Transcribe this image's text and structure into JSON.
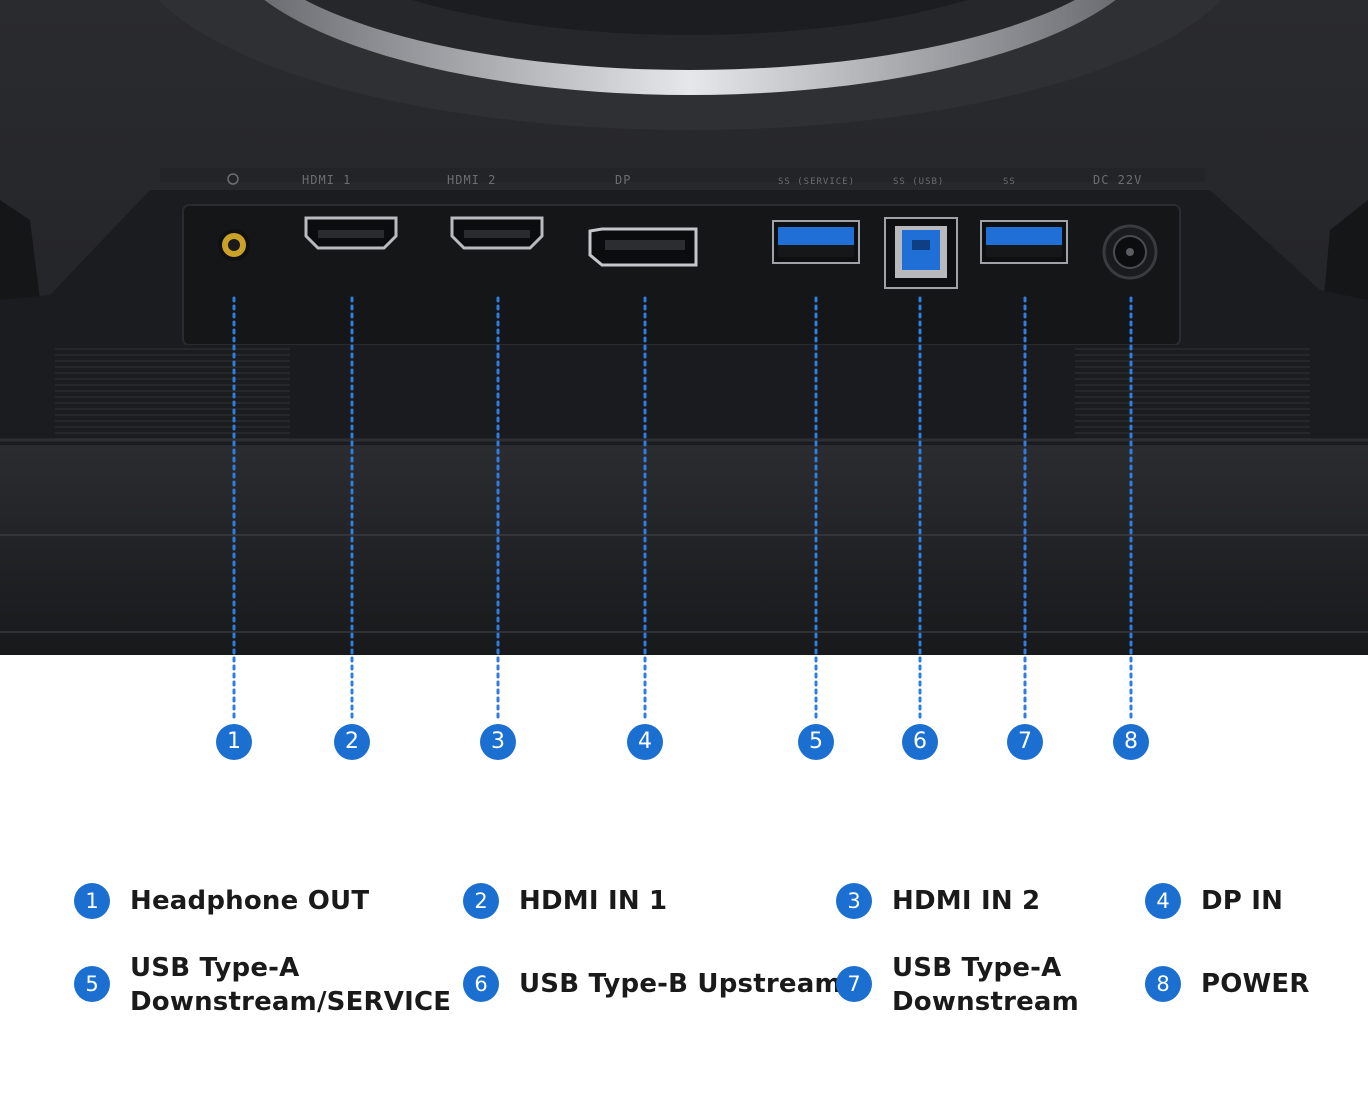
{
  "panel_labels": [
    "HDMI 1",
    "HDMI 2",
    "DP",
    "SS (SERVICE)",
    "SS (USB)",
    "SS",
    "DC 22V"
  ],
  "markers": [
    "1",
    "2",
    "3",
    "4",
    "5",
    "6",
    "7",
    "8"
  ],
  "legend": [
    {
      "num": "1",
      "lines": [
        "Headphone OUT"
      ]
    },
    {
      "num": "2",
      "lines": [
        "HDMI IN 1"
      ]
    },
    {
      "num": "3",
      "lines": [
        "HDMI IN 2"
      ]
    },
    {
      "num": "4",
      "lines": [
        "DP IN"
      ]
    },
    {
      "num": "5",
      "lines": [
        "USB Type-A",
        "Downstream/SERVICE"
      ]
    },
    {
      "num": "6",
      "lines": [
        "USB Type-B Upstream"
      ]
    },
    {
      "num": "7",
      "lines": [
        "USB Type-A",
        "Downstream"
      ]
    },
    {
      "num": "8",
      "lines": [
        "POWER"
      ]
    }
  ],
  "colors": {
    "accent": "#1a6fd1",
    "body": "#1c1d20",
    "usb_blue": "#1f6fd6",
    "jack_gold": "#c9a227"
  },
  "icons": [
    "headphone-jack-icon",
    "hdmi-port-icon",
    "displayport-icon",
    "usb-a-port-icon",
    "usb-b-port-icon",
    "dc-power-jack-icon"
  ]
}
